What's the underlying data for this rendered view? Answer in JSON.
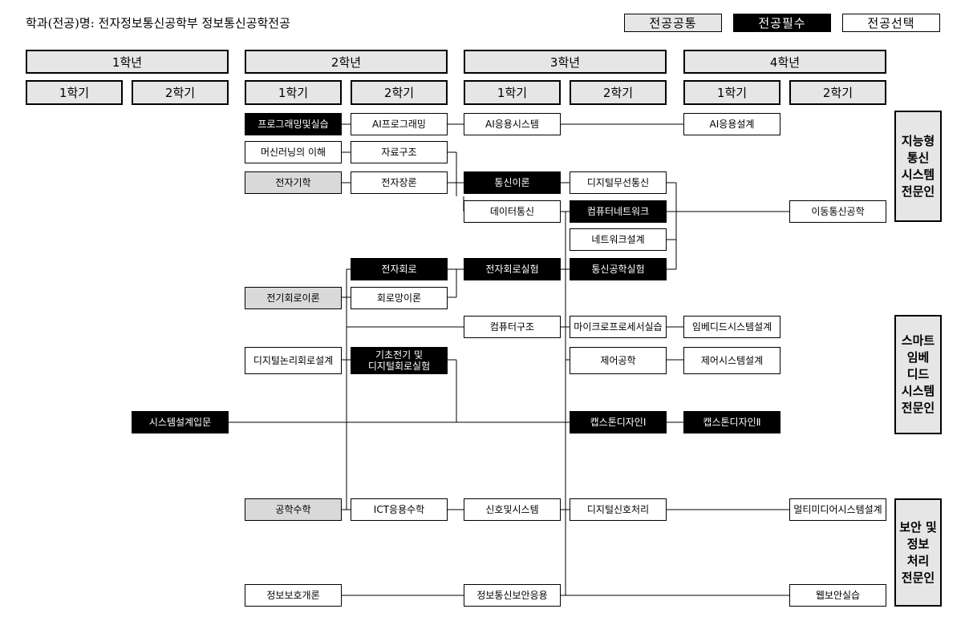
{
  "title": "학과(전공)명: 전자정보통신공학부 정보통신공학전공",
  "legend": {
    "common": "전공공통",
    "required": "전공필수",
    "elective": "전공선택"
  },
  "years": [
    "1학년",
    "2학년",
    "3학년",
    "4학년"
  ],
  "semester_labels": [
    "1학기",
    "2학기",
    "1학기",
    "2학기",
    "1학기",
    "2학기",
    "1학기",
    "2학기"
  ],
  "courses": {
    "programming_lab": "프로그래밍및실습",
    "ai_programming": "AI프로그래밍",
    "ai_app_system": "AI응용시스템",
    "ai_app_design": "AI응용설계",
    "machine_learning": "머신러닝의 이해",
    "data_structure": "자료구조",
    "electromagnetics": "전자기학",
    "em_field": "전자장론",
    "comm_theory": "통신이론",
    "digital_wireless": "디지털무선통신",
    "data_comm": "데이터통신",
    "computer_network": "컴퓨터네트워크",
    "mobile_comm": "이동통신공학",
    "network_design": "네트워크설계",
    "electronic_circuit": "전자회로",
    "electronic_circuit_lab": "전자회로실험",
    "comm_lab": "통신공학실험",
    "circuit_theory": "전기회로이론",
    "network_theory": "회로망이론",
    "computer_arch": "컴퓨터구조",
    "microprocessor_lab": "마이크로프로세서실습",
    "embedded_design": "임베디드시스템설계",
    "digital_logic": "디지털논리회로설계",
    "basic_elec_lab": "기초전기 및\n디지털회로실험",
    "control_eng": "제어공학",
    "control_design": "제어시스템설계",
    "intro_system_design": "시스템설계입문",
    "capstone1": "캡스톤디자인Ⅰ",
    "capstone2": "캡스톤디자인Ⅱ",
    "eng_math": "공학수학",
    "ict_math": "ICT응용수학",
    "signals_systems": "신호및시스템",
    "digital_signal": "디지털신호처리",
    "multimedia_design": "멀티미디어시스템설계",
    "info_security_intro": "정보보호개론",
    "info_comm_security": "정보통신보안응용",
    "web_security_lab": "웹보안실습"
  },
  "tracks": {
    "intelligent": "지능형\n통신\n시스템\n전문인",
    "smart_embedded": "스마트\n임베\n디드\n시스템\n전문인",
    "security": "보안 및\n정보\n처리\n전문인"
  }
}
